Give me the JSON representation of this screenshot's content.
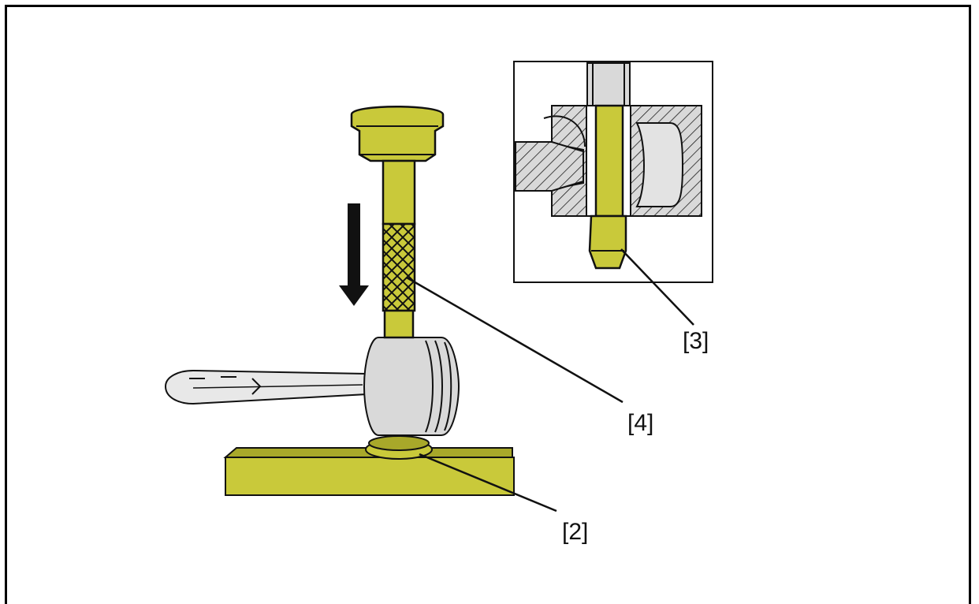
{
  "callouts": {
    "c2": "[2]",
    "c3": "[3]",
    "c4": "[4]"
  },
  "colors": {
    "tool_fill": "#c9c93a",
    "tool_shade": "#a8a82a",
    "part_grey": "#d9d9d9",
    "line": "#111111"
  }
}
